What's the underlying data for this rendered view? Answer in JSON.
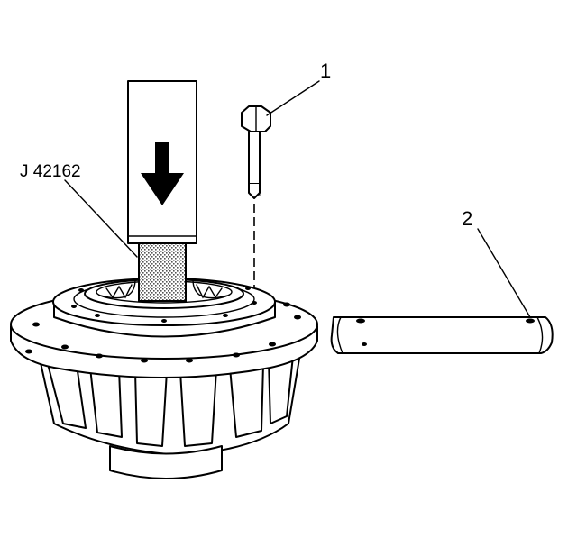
{
  "labels": {
    "tool": "J 42162",
    "callout_1": "1",
    "callout_2": "2"
  },
  "colors": {
    "line": "#000000",
    "background": "#ffffff",
    "tool_shading": "#888888"
  },
  "icons": {
    "press_direction": "down-arrow-icon"
  }
}
